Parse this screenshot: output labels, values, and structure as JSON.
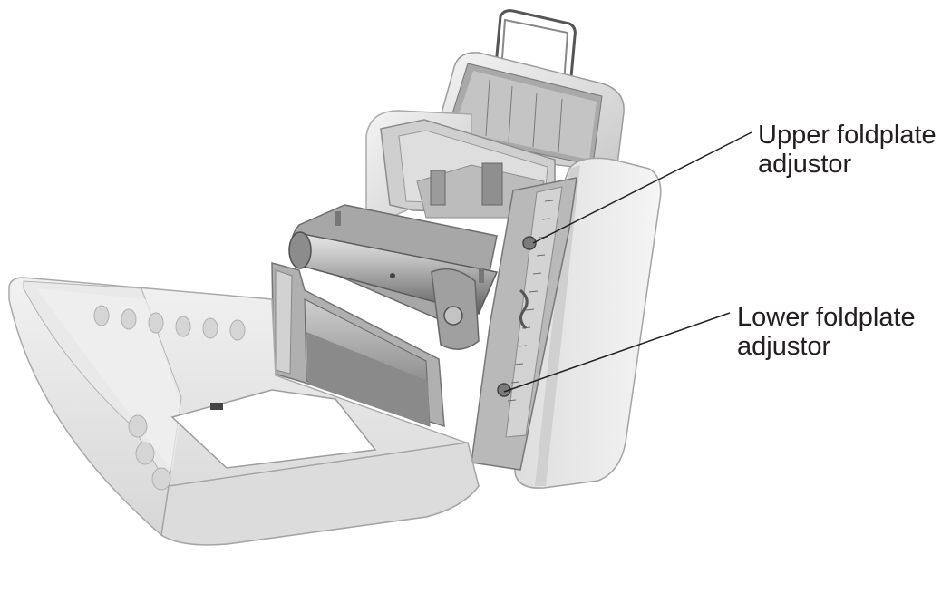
{
  "diagram": {
    "subject": "folder-machine-photo",
    "callouts": [
      {
        "id": "upper",
        "lines": [
          "Upper foldplate",
          "adjustor"
        ]
      },
      {
        "id": "lower",
        "lines": [
          "Lower foldplate",
          "adjustor"
        ]
      }
    ],
    "colors": {
      "text": "#231f20",
      "leader_line": "#231f20",
      "machine_body": "#e4e4e4",
      "machine_shadow": "#b5b5b5",
      "metal": "#9a9a9a",
      "metal_dark": "#6e6e6e"
    }
  }
}
